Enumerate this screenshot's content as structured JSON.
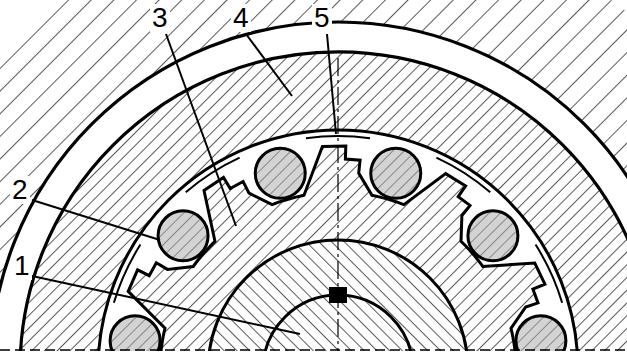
{
  "diagram": {
    "labels": [
      "3",
      "4",
      "5",
      "2",
      "1"
    ]
  }
}
